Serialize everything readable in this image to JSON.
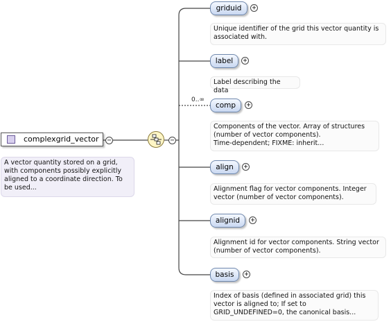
{
  "root": {
    "label": "complexgrid_vector",
    "description": "A vector quantity stored on a grid, with components possibly explicitly aligned to a coordinate direction. To be used...",
    "collapse_symbol": "−"
  },
  "sequence": {
    "collapse_symbol": "−"
  },
  "children": [
    {
      "label": "griduid",
      "expand_symbol": "+",
      "multiplicity": "",
      "description": "Unique identifier of the grid this vector quantity is associated with."
    },
    {
      "label": "label",
      "expand_symbol": "+",
      "multiplicity": "",
      "description": "Label describing the data"
    },
    {
      "label": "comp",
      "expand_symbol": "+",
      "multiplicity": "0..∞",
      "description": "Components of the vector. Array of structures (number of vector components).\nTime-dependent; FIXME: inherit..."
    },
    {
      "label": "align",
      "expand_symbol": "+",
      "multiplicity": "",
      "description": "Alignment flag for vector components. Integer vector (number of vector components)."
    },
    {
      "label": "alignid",
      "expand_symbol": "+",
      "multiplicity": "",
      "description": "Alignment id for vector components. String vector (number of vector components)."
    },
    {
      "label": "basis",
      "expand_symbol": "+",
      "multiplicity": "",
      "description": "Index of basis (defined in associated grid) this vector is aligned to; If set to GRID_UNDEFINED=0, the canonical basis..."
    }
  ]
}
